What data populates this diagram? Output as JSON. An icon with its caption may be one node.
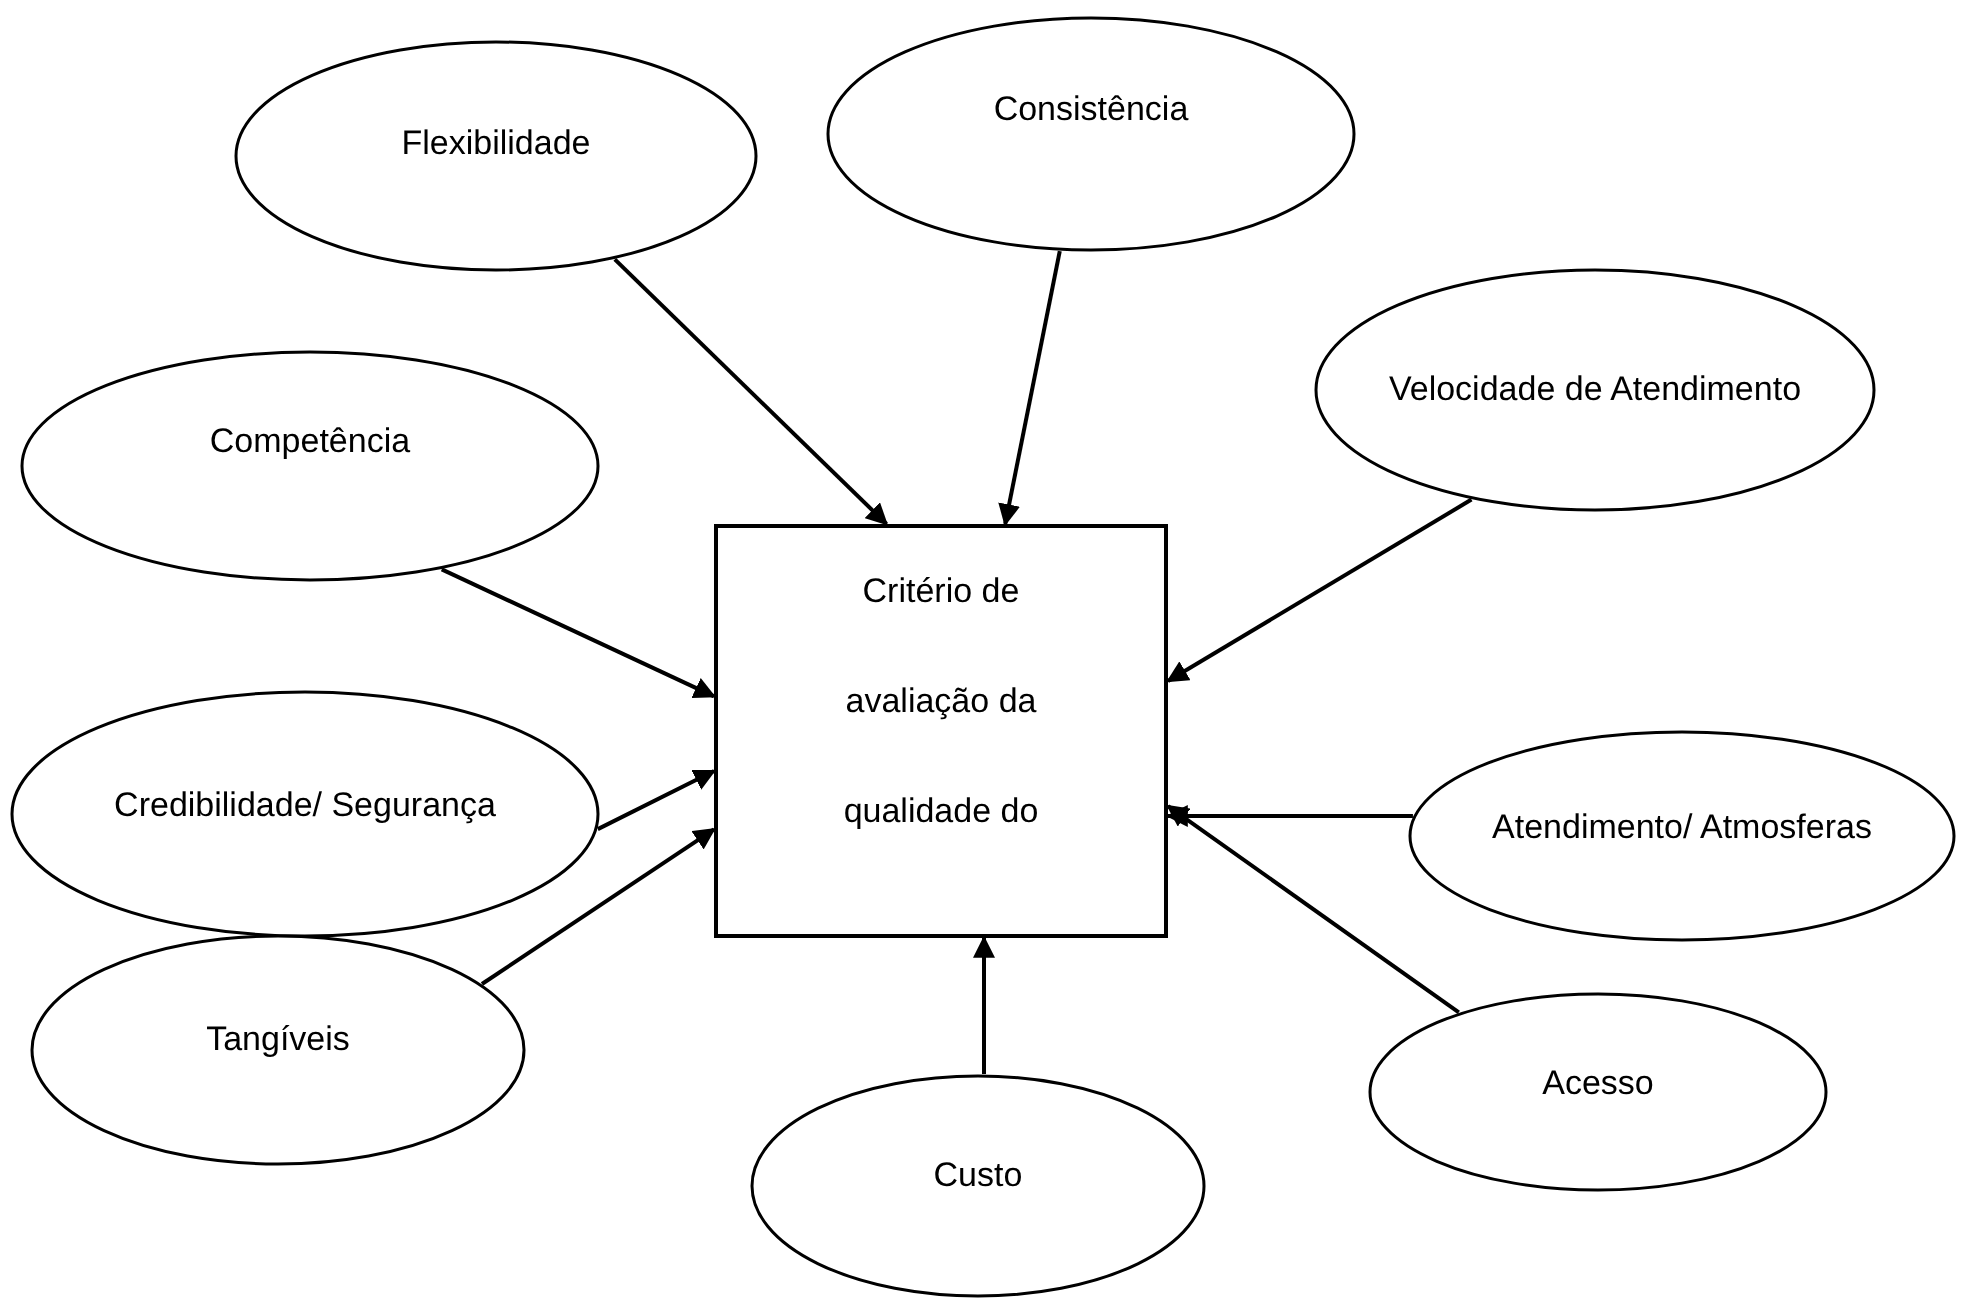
{
  "diagram": {
    "nodes": [
      {
        "text": [
          "Critério de avaliação da qualidade do"
        ]
      },
      {
        "text": [
          "Flexibilidade"
        ]
      },
      {
        "text": [
          "Consistência"
        ]
      },
      {
        "text": [
          "Competência"
        ]
      },
      {
        "text": [
          "Velocidade de Atendimento"
        ]
      },
      {
        "text": [
          "Credibilidade/ Segurança"
        ]
      },
      {
        "text": [
          "Atendimento/ Atmosferas"
        ]
      },
      {
        "text": [
          "Tangíveis"
        ]
      },
      {
        "text": [
          "Acesso"
        ]
      },
      {
        "text": [
          "Custo"
        ]
      }
    ],
    "edges": [
      {
        "from": 1,
        "to": 0,
        "arrow": "to"
      },
      {
        "from": 2,
        "to": 0,
        "arrow": "to"
      },
      {
        "from": 3,
        "to": 0,
        "arrow": "to"
      },
      {
        "from": 4,
        "to": 0,
        "arrow": "to"
      },
      {
        "from": 5,
        "to": 0,
        "arrow": "to"
      },
      {
        "from": 6,
        "to": 0,
        "arrow": "to"
      },
      {
        "from": 7,
        "to": 0,
        "arrow": "to"
      },
      {
        "from": 8,
        "to": 0,
        "arrow": "to"
      },
      {
        "from": 9,
        "to": 0,
        "arrow": "to"
      }
    ]
  }
}
